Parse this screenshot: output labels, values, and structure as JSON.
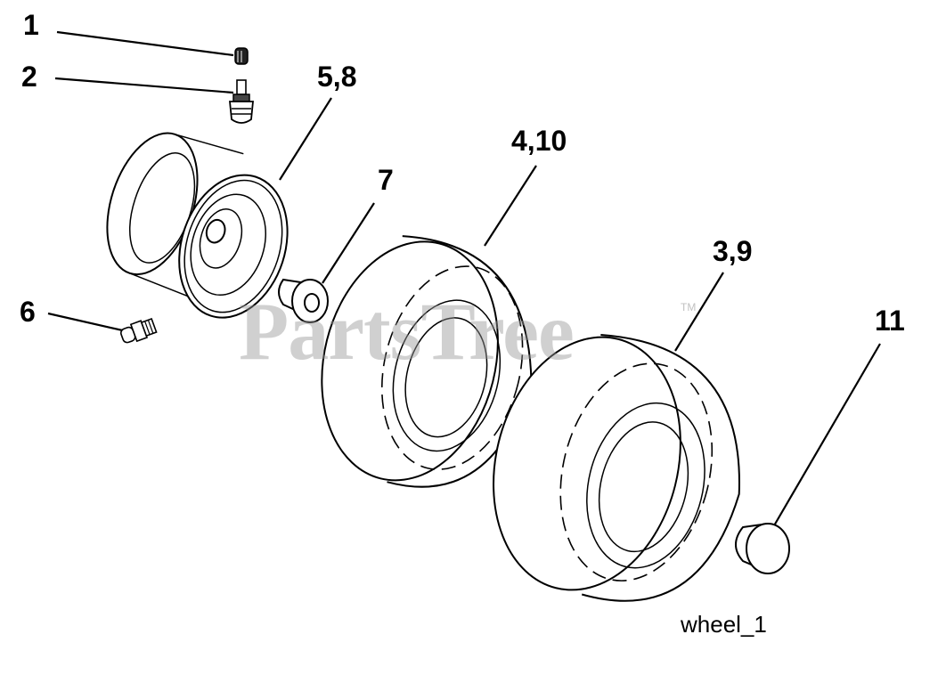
{
  "diagram": {
    "callouts": [
      {
        "id": "c1",
        "label": "1"
      },
      {
        "id": "c2",
        "label": "2"
      },
      {
        "id": "c58",
        "label": "5,8"
      },
      {
        "id": "c7",
        "label": "7"
      },
      {
        "id": "c410",
        "label": "4,10"
      },
      {
        "id": "c39",
        "label": "3,9"
      },
      {
        "id": "c6",
        "label": "6"
      },
      {
        "id": "c11",
        "label": "11"
      }
    ],
    "caption": "wheel_1",
    "watermark": "PartsTree",
    "watermark_tm": "TM"
  }
}
